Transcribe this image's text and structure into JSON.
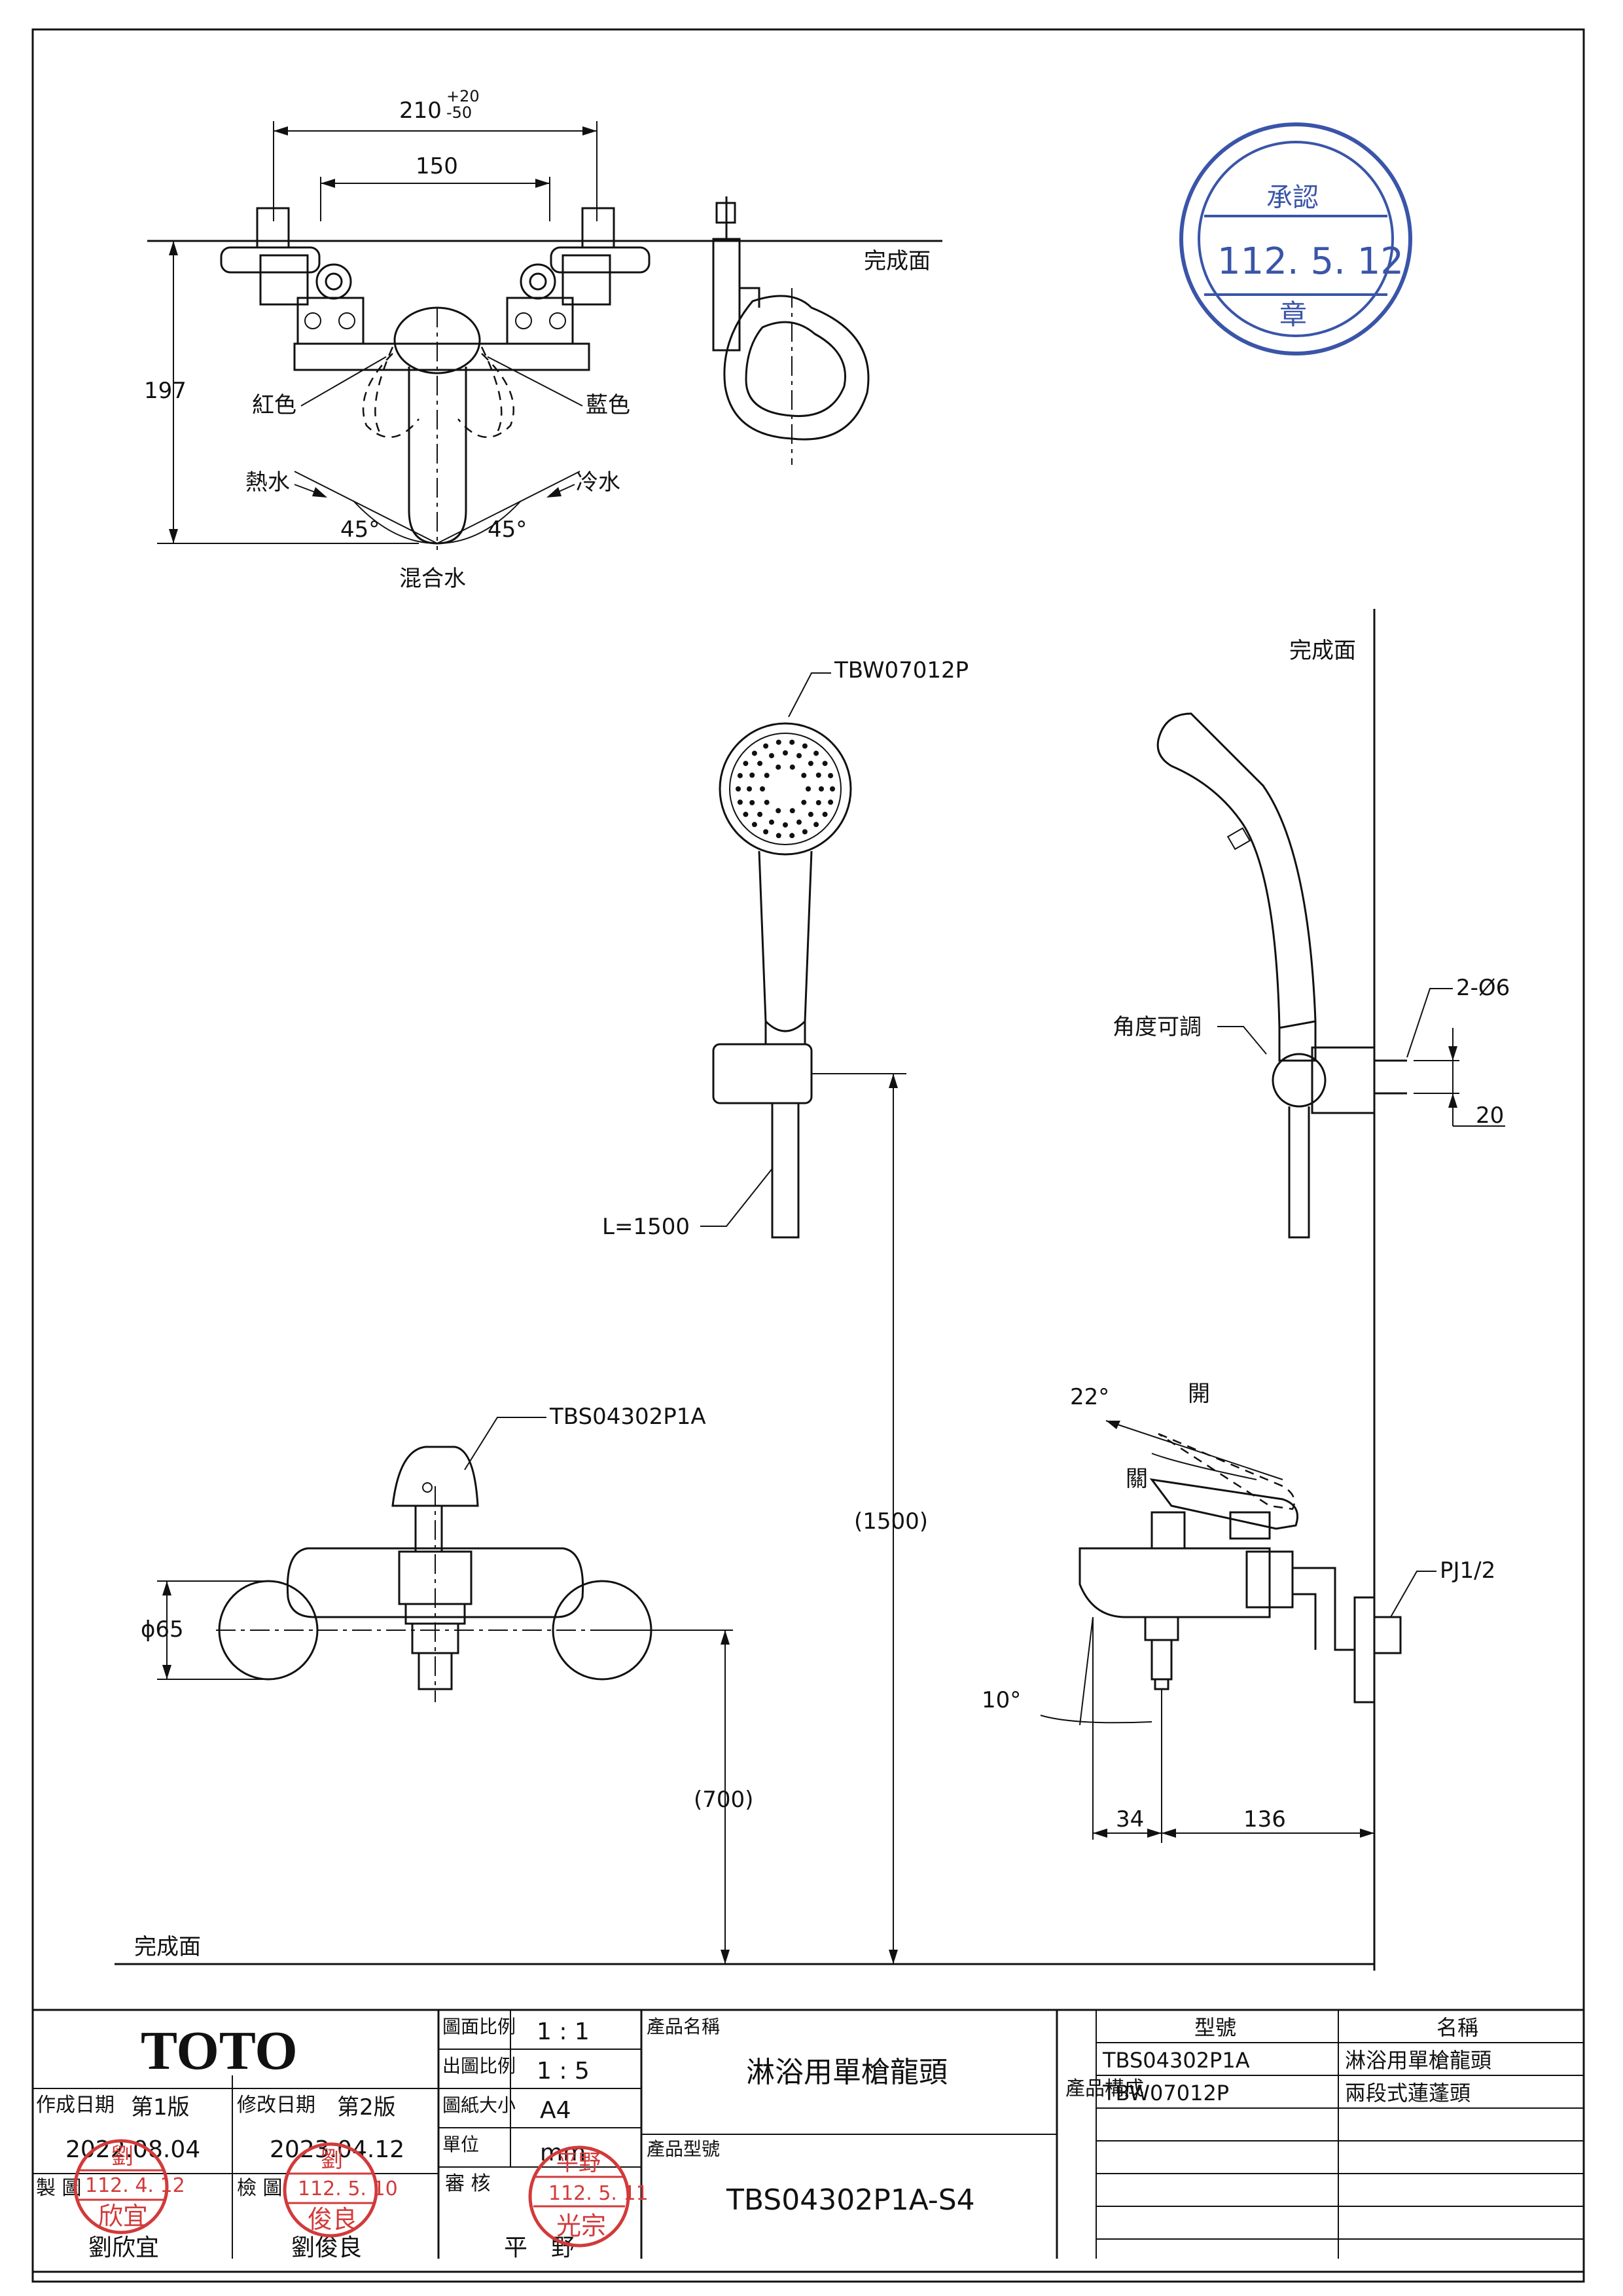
{
  "sheet": {
    "finished_surface": "完成面"
  },
  "front_view": {
    "dim_center_distance": "210",
    "dim_tol_plus": "+20",
    "dim_tol_minus": "-50",
    "dim_150": "150",
    "dim_197": "197",
    "red_label": "紅色",
    "blue_label": "藍色",
    "hot_label": "熱水",
    "cold_label": "冷水",
    "angle_left": "45°",
    "angle_right": "45°",
    "mixed_label": "混合水"
  },
  "hand_shower": {
    "model": "TBW07012P",
    "hose_length": "L=1500"
  },
  "side_shower": {
    "angle_adjustable": "角度可調",
    "screw_spec": "2-Ø6",
    "dim_20": "20"
  },
  "faucet_front": {
    "model": "TBS04302P1A",
    "dim_phi65": "ϕ65",
    "dim_700": "(700)",
    "dim_1500": "(1500)"
  },
  "faucet_side": {
    "angle_22": "22°",
    "open_label": "開",
    "close_label": "關",
    "angle_10": "10°",
    "pipe_spec": "PJ1/2",
    "dim_34": "34",
    "dim_136": "136"
  },
  "approval_stamp": {
    "title": "承認",
    "date": "112. 5. 12",
    "seal": "章"
  },
  "title_block": {
    "brand": "TOTO",
    "drawing_scale_label": "圖面比例",
    "drawing_scale_value": "1 : 1",
    "print_scale_label": "出圖比例",
    "print_scale_value": "1 : 5",
    "paper_label": "圖紙大小",
    "paper_value": "A4",
    "unit_label": "單位",
    "unit_value": "mm",
    "review_label": "審 核",
    "review_name": "平　野",
    "product_name_label": "產品名稱",
    "product_name_value": "淋浴用單槍龍頭",
    "product_model_label": "產品型號",
    "product_model_value": "TBS04302P1A-S4",
    "created_label": "作成日期",
    "created_version": "第1版",
    "created_date": "2022.08.04",
    "revised_label": "修改日期",
    "revised_version": "第2版",
    "revised_date": "2023.04.12",
    "drawn_label": "製 圖",
    "drawn_name": "劉欣宜",
    "checked_label": "檢 圖",
    "checked_name": "劉俊良",
    "composition_label": "產品構成",
    "comp_headers": [
      "型號",
      "名稱"
    ],
    "comp_rows": [
      [
        "TBS04302P1A",
        "淋浴用單槍龍頭"
      ],
      [
        "TBW07012P",
        "兩段式蓮蓬頭"
      ],
      [
        "",
        ""
      ],
      [
        "",
        ""
      ],
      [
        "",
        ""
      ],
      [
        "",
        ""
      ]
    ],
    "stamp_drawn": {
      "name": "欣宜",
      "date": "112. 4. 12",
      "surname": "劉"
    },
    "stamp_checked": {
      "name": "俊良",
      "date": "112. 5. 10",
      "surname": "劉"
    },
    "stamp_review": {
      "name": "光宗",
      "date": "112. 5. 11",
      "surname": "平野"
    }
  }
}
